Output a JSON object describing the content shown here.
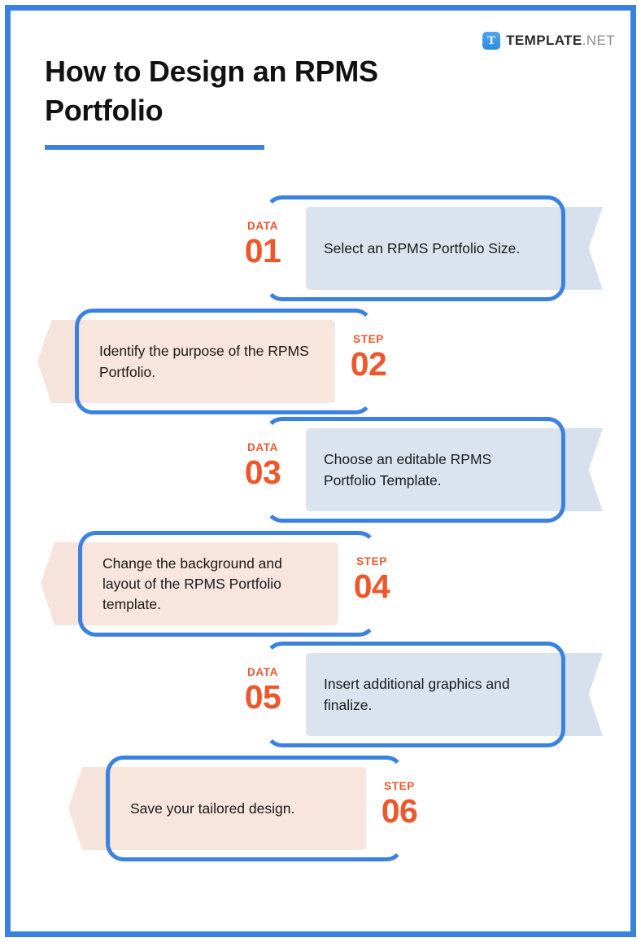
{
  "brand": {
    "mark_letter": "T",
    "name_bold": "TEMPLATE",
    "name_light": ".NET"
  },
  "header": {
    "title": "How to Design an RPMS Portfolio"
  },
  "colors": {
    "frame_blue": "#3B82E0",
    "accent_orange": "#F0562B",
    "panel_blue": "#DBE3EE",
    "panel_pink": "#F7E5DE",
    "tail_blue": "#D7E1EE",
    "tail_pink": "#F6E3DC",
    "title_black": "#111111"
  },
  "steps": [
    {
      "label": "DATA",
      "number": "01",
      "text": "Select an RPMS Portfolio Size.",
      "side": "right",
      "theme": "blue"
    },
    {
      "label": "STEP",
      "number": "02",
      "text": "Identify the purpose of the RPMS Portfolio.",
      "side": "left",
      "theme": "pink"
    },
    {
      "label": "DATA",
      "number": "03",
      "text": "Choose an editable RPMS Portfolio Template.",
      "side": "right",
      "theme": "blue"
    },
    {
      "label": "STEP",
      "number": "04",
      "text": "Change the background and layout of the RPMS Portfolio template.",
      "side": "left",
      "theme": "pink"
    },
    {
      "label": "DATA",
      "number": "05",
      "text": "Insert additional graphics and finalize.",
      "side": "right",
      "theme": "blue"
    },
    {
      "label": "STEP",
      "number": "06",
      "text": "Save your tailored design.",
      "side": "left",
      "theme": "pink"
    }
  ]
}
